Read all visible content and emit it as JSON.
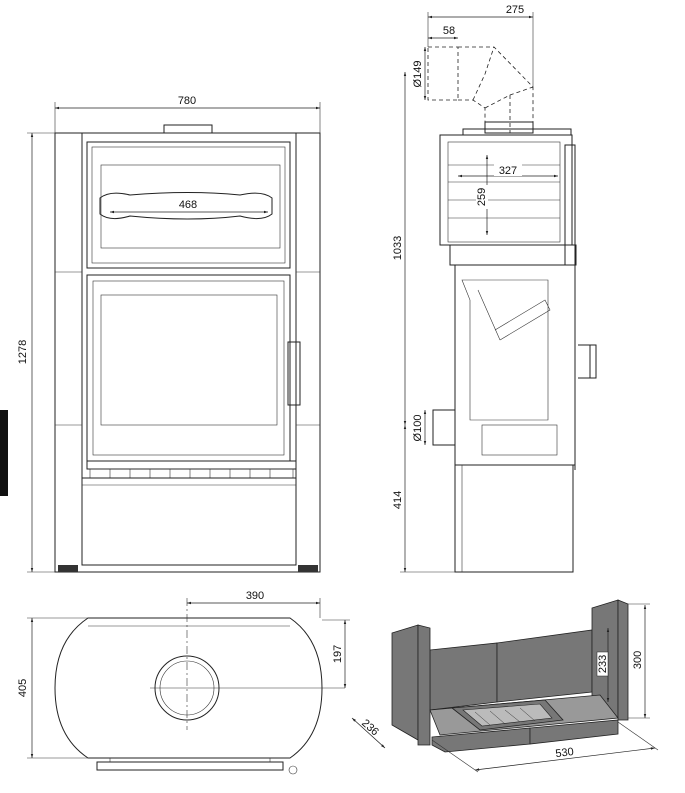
{
  "front_view": {
    "width_dim": "780",
    "height_dim": "1278",
    "handle_dim": "468"
  },
  "side_view": {
    "flue_offset_dim": "275",
    "flue_pipe_dim": "58",
    "flue_diameter_dim": "Ø149",
    "box_width_dim": "327",
    "box_height_dim": "259",
    "flue_height_dim": "1033",
    "air_inlet_dim": "Ø100",
    "inlet_height_dim": "414"
  },
  "top_view": {
    "flue_center_x_dim": "390",
    "flue_center_y_dim": "197",
    "depth_dim": "405"
  },
  "firebox_view": {
    "depth_dim": "236",
    "width_dim": "530",
    "inner_height_dim": "233",
    "height_dim": "300"
  }
}
